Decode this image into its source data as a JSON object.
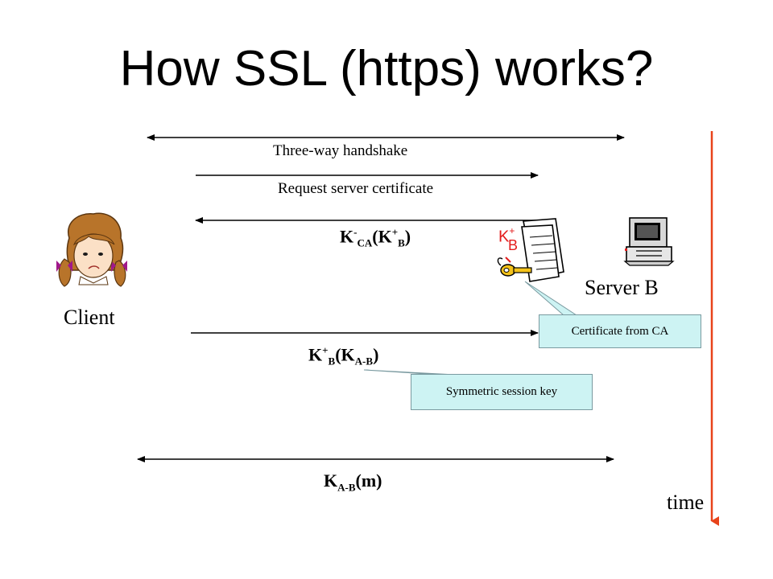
{
  "title": "How SSL (https) works?",
  "actors": {
    "client_label": "Client",
    "server_label": "Server B",
    "time_label": "time"
  },
  "messages": {
    "handshake": "Three-way handshake",
    "request_cert": "Request server certificate",
    "signed_cert": {
      "k": "K",
      "sup1": "-",
      "sub1": "CA",
      "paren_open": "(",
      "k2": "K",
      "sup2": "+",
      "sub2": "B",
      "paren_close": ")"
    },
    "session_key": {
      "k": "K",
      "sup1": "+",
      "sub1": "B",
      "paren_open": "(",
      "k2": "K",
      "sub2": "A-B",
      "paren_close": ")"
    },
    "data": {
      "k": "K",
      "sub1": "A-B",
      "rest": "(m)"
    }
  },
  "callouts": {
    "certificate": "Certificate from CA",
    "symmetric": "Symmetric session key"
  },
  "certificate_key": {
    "k": "K",
    "sup": "+",
    "sub": "B"
  },
  "colors": {
    "time_arrow": "#e8431a",
    "callout_fill": "#cdf3f3",
    "key_label": "#e31c1c"
  }
}
